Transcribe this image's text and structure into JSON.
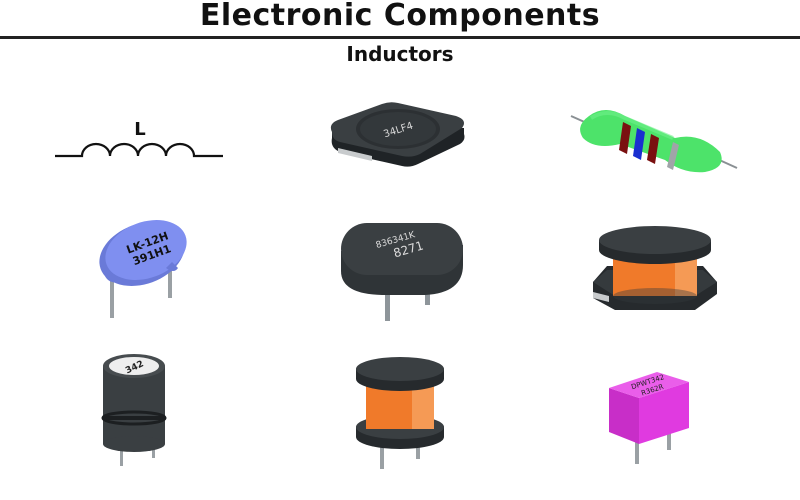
{
  "header": {
    "title": "Electronic Components",
    "subtitle": "Inductors"
  },
  "components": [
    {
      "id": "inductor-symbol",
      "label": "L",
      "type": "schematic-symbol"
    },
    {
      "id": "smd-square-inductor",
      "marking": "34LF4",
      "color": "#2f3437"
    },
    {
      "id": "color-band-inductor",
      "color": "#4de36a",
      "bands": [
        "#7a1010",
        "#1a2fd0",
        "#7a1010",
        "#a0a4a8"
      ]
    },
    {
      "id": "disc-inductor",
      "marking_line1": "LK-12H",
      "marking_line2": "391H1",
      "color": "#7f8ff0"
    },
    {
      "id": "radial-oval-inductor",
      "marking_line1": "836341K",
      "marking_line2": "8271",
      "color": "#3a3f42"
    },
    {
      "id": "smd-power-inductor",
      "core_color": "#2f3437",
      "coil_color": "#f07a2a"
    },
    {
      "id": "shielded-radial-inductor",
      "marking": "342",
      "color": "#3a3f42"
    },
    {
      "id": "drum-core-inductor",
      "core_color": "#2f3437",
      "coil_color": "#f07a2a"
    },
    {
      "id": "cube-inductor",
      "marking_line1": "DPWT342",
      "marking_line2": "R362R",
      "color": "#e03ae0"
    }
  ]
}
